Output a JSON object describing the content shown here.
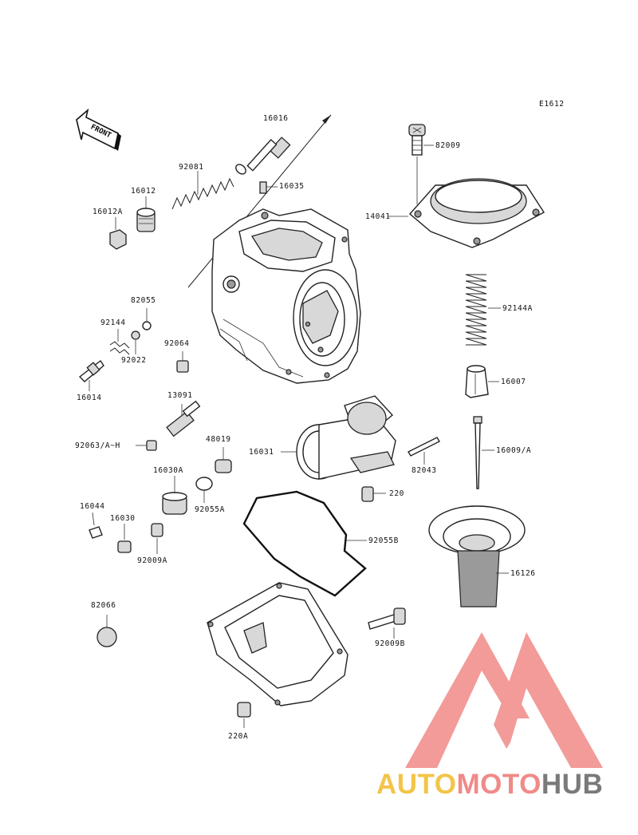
{
  "diagram": {
    "figure_code": "E1612",
    "front_label": "FRONT",
    "parts": {
      "p16016": "16016",
      "p16035": "16035",
      "p92081": "92081",
      "p16012": "16012",
      "p16012A": "16012A",
      "p82009": "82009",
      "p14041": "14041",
      "p92144A": "92144A",
      "p16007": "16007",
      "p82055": "82055",
      "p92144": "92144",
      "p92022": "92022",
      "p92064": "92064",
      "p16014": "16014",
      "p13091": "13091",
      "p92063": "92063/A~H",
      "p48019": "48019",
      "p16031": "16031",
      "p82043": "82043",
      "p16009": "16009/A",
      "p16030A": "16030A",
      "p92055A": "92055A",
      "p220": "220",
      "p16044": "16044",
      "p16030": "16030",
      "p92009A": "92009A",
      "p92055B": "92055B",
      "p16126": "16126",
      "p82066": "82066",
      "p92009B": "92009B",
      "p220A": "220A"
    }
  },
  "watermark": {
    "part1": "AUTO",
    "part2": "MOTO",
    "part3": "HUB",
    "colors": {
      "auto": "#f3c44a",
      "moto": "#f08a88",
      "hub": "#7a7a7a",
      "logo": "#f08a88"
    }
  }
}
